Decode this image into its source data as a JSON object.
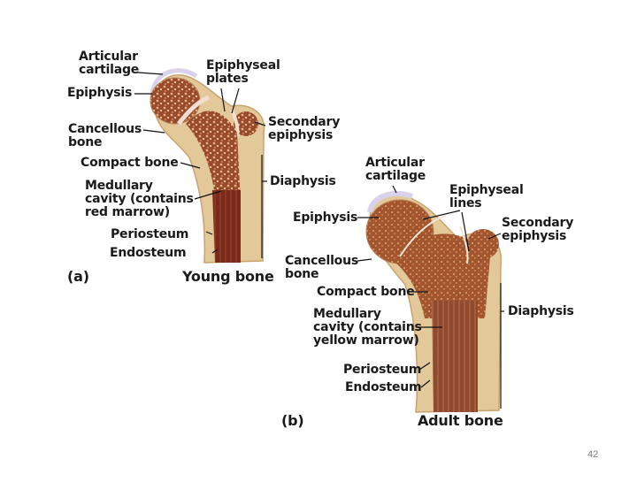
{
  "panel_a": {
    "letter": "(a)",
    "title": "Young bone",
    "labels": {
      "articular_cartilage": "Articular\ncartilage",
      "epiphysis": "Epiphysis",
      "epiphyseal_plates": "Epiphyseal\nplates",
      "secondary_epiphysis": "Secondary\nepiphysis",
      "cancellous_bone": "Cancellous\nbone",
      "compact_bone": "Compact bone",
      "diaphysis": "Diaphysis",
      "medullary_cavity": "Medullary\ncavity (contains\nred marrow)",
      "periosteum": "Periosteum",
      "endosteum": "Endosteum"
    }
  },
  "panel_b": {
    "letter": "(b)",
    "title": "Adult bone",
    "labels": {
      "articular_cartilage": "Articular\ncartilage",
      "epiphyseal_lines": "Epiphyseal\nlines",
      "epiphysis": "Epiphysis",
      "secondary_epiphysis": "Secondary\nepiphysis",
      "cancellous_bone": "Cancellous\nbone",
      "compact_bone": "Compact bone",
      "diaphysis": "Diaphysis",
      "medullary_cavity": "Medullary\ncavity (contains\nyellow marrow)",
      "periosteum": "Periosteum",
      "endosteum": "Endosteum"
    }
  },
  "slide_number": "42",
  "colors": {
    "compact_bone": "#e3c99a",
    "cancellous": "#8c3f25",
    "marrow_red": "#7a2a1a",
    "marrow_yellow": "#a45a3c",
    "cartilage": "#d9d2ea",
    "plate": "#f2ded0",
    "leader": "#111111"
  }
}
